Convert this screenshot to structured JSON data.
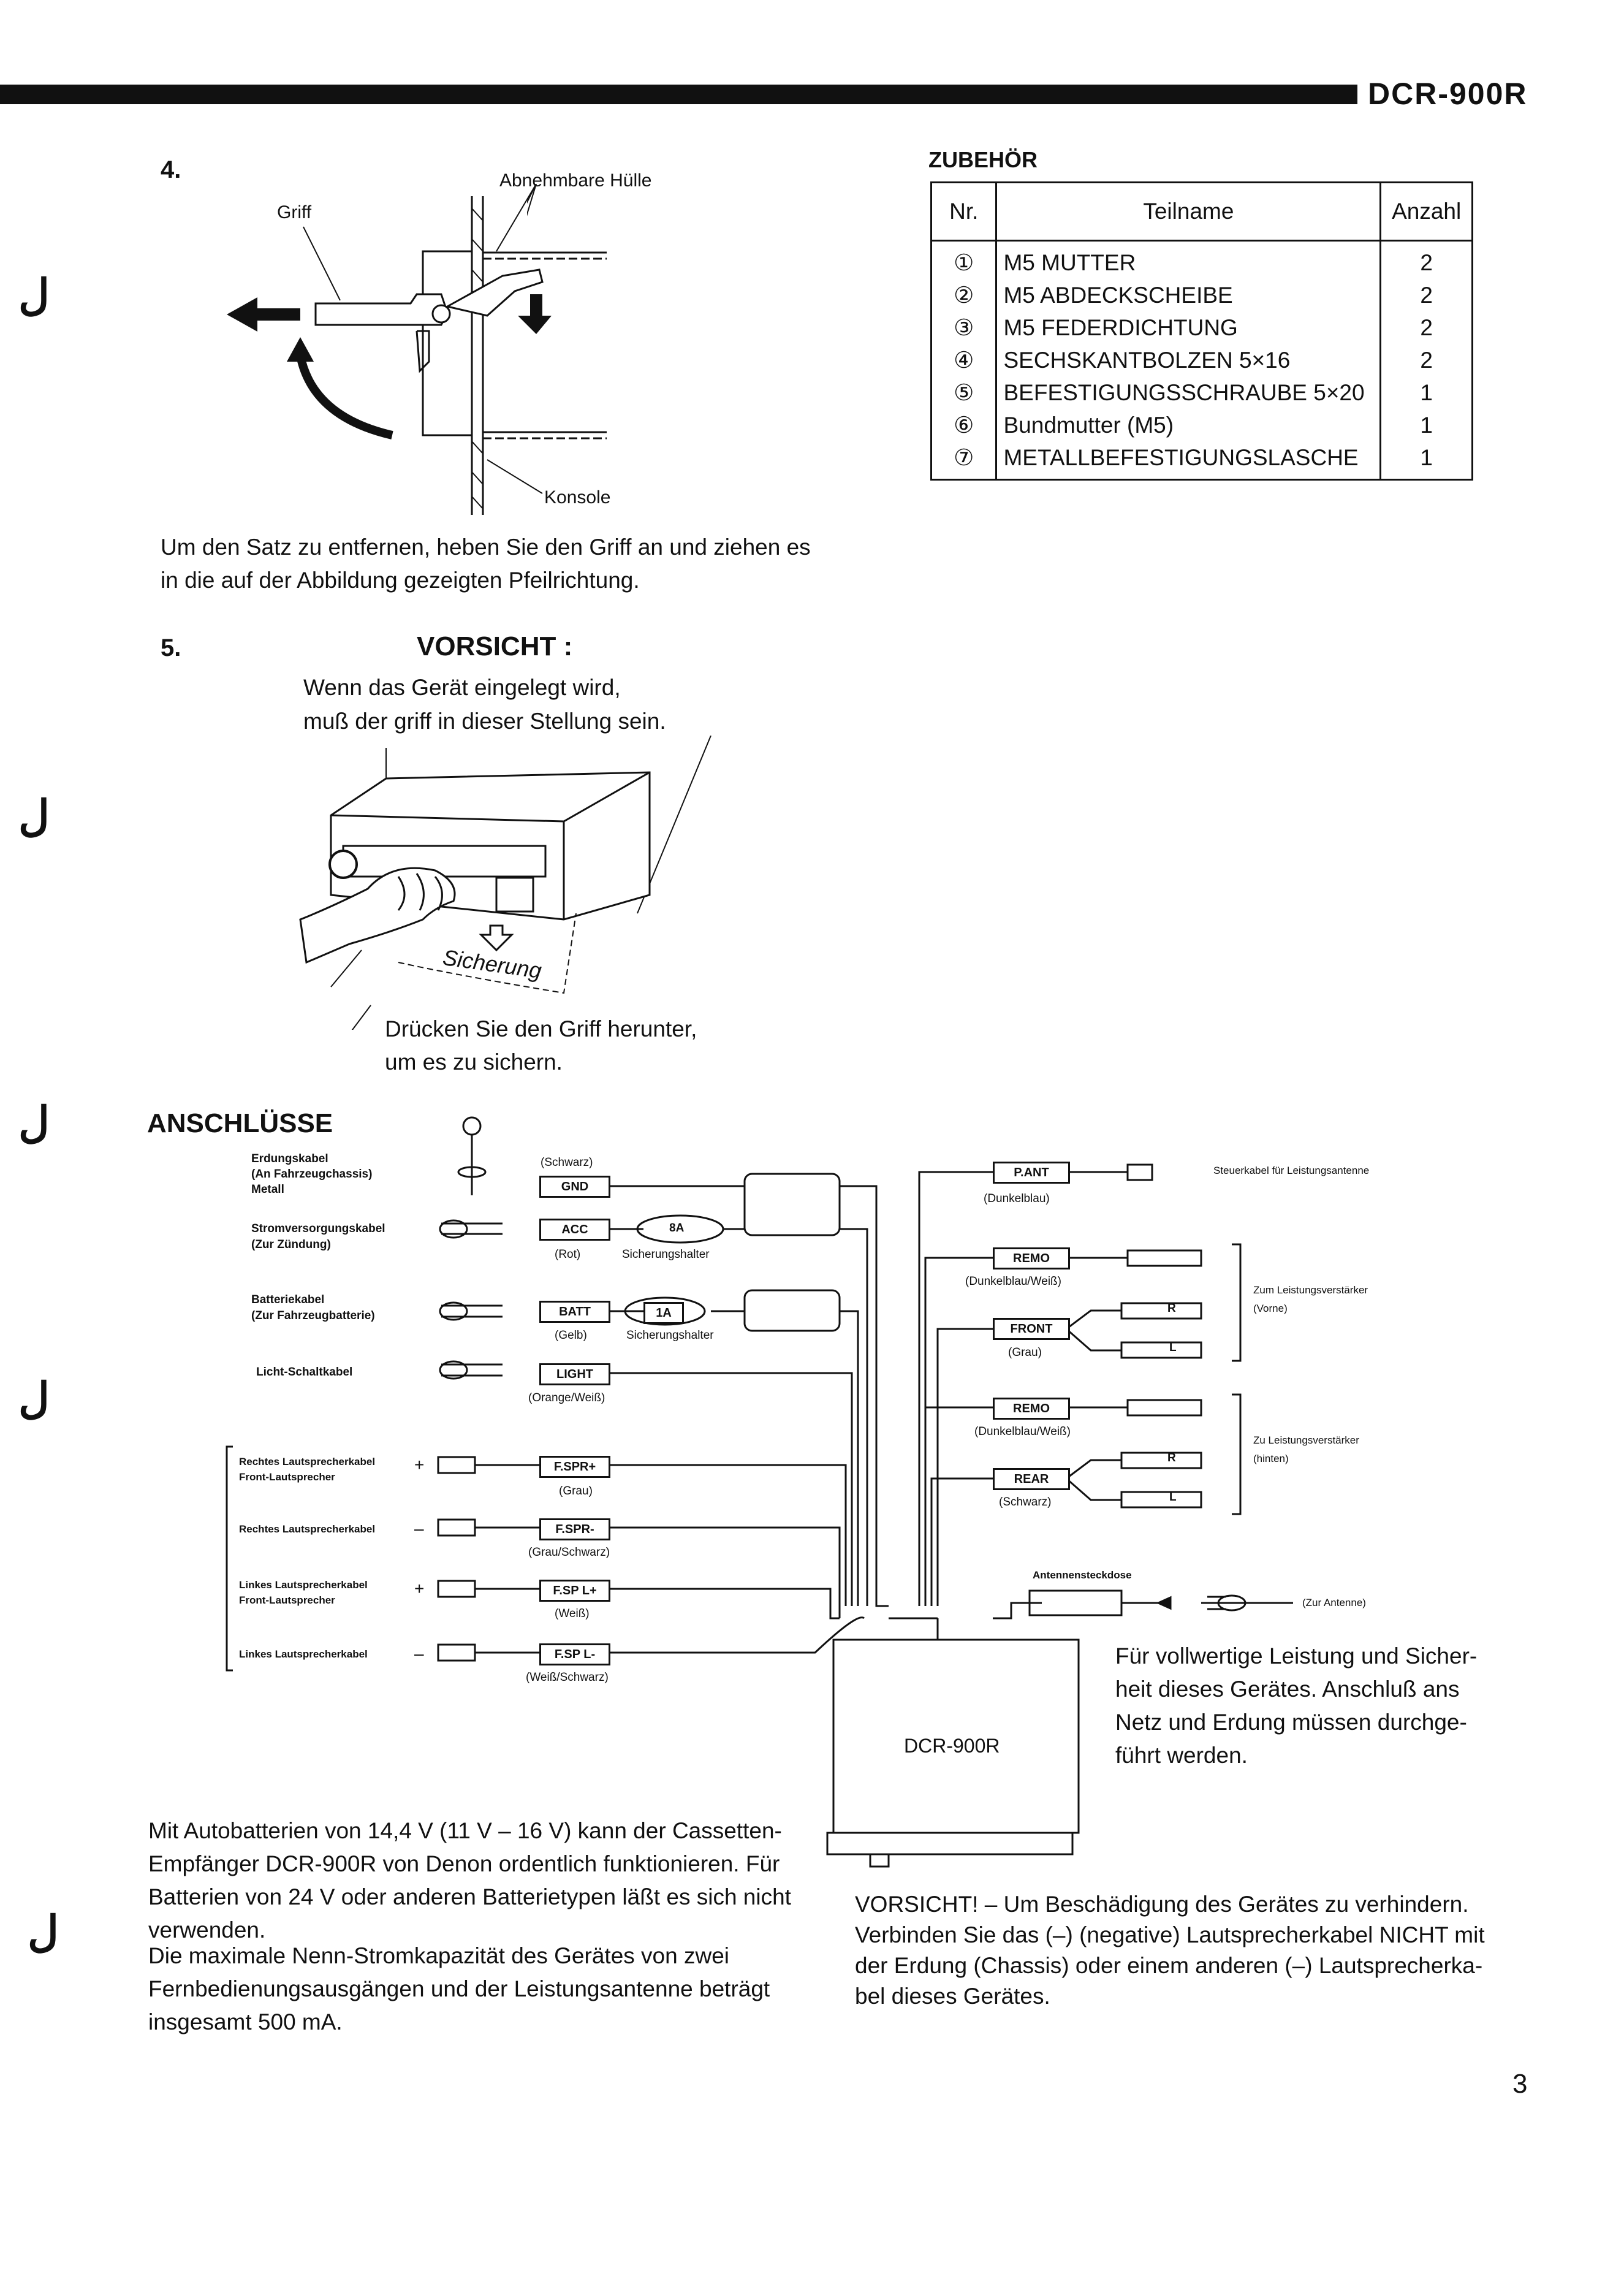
{
  "header": {
    "model": "DCR-900R"
  },
  "step4": {
    "number": "4.",
    "label_cover": "Abnehmbare Hülle",
    "label_handle": "Griff",
    "label_console": "Konsole",
    "instruction_line1": "Um den Satz zu entfernen, heben Sie den Griff an und ziehen es",
    "instruction_line2": "in die auf der Abbildung gezeigten Pfeilrichtung."
  },
  "step5": {
    "number": "5.",
    "caution_title": "VORSICHT :",
    "caution_line1": "Wenn das Gerät eingelegt wird,",
    "caution_line2": "muß der griff in dieser Stellung sein.",
    "label_lock": "Sicherung",
    "press_line1": "Drücken Sie den Griff herunter,",
    "press_line2": "um es zu sichern."
  },
  "accessories": {
    "title": "ZUBEHÖR",
    "headers": {
      "nr": "Nr.",
      "name": "Teilname",
      "qty": "Anzahl"
    },
    "rows": [
      {
        "nr": "①",
        "name": "M5 MUTTER",
        "qty": "2"
      },
      {
        "nr": "②",
        "name": "M5 ABDECKSCHEIBE",
        "qty": "2"
      },
      {
        "nr": "③",
        "name": "M5 FEDERDICHTUNG",
        "qty": "2"
      },
      {
        "nr": "④",
        "name": "SECHSKANTBOLZEN 5×16",
        "qty": "2"
      },
      {
        "nr": "⑤",
        "name": "BEFESTIGUNGSSCHRAUBE 5×20",
        "qty": "1"
      },
      {
        "nr": "⑥",
        "name": "Bundmutter (M5)",
        "qty": "1"
      },
      {
        "nr": "⑦",
        "name": "METALLBEFESTIGUNGSLASCHE",
        "qty": "1"
      }
    ]
  },
  "connections": {
    "title": "ANSCHLÜSSE",
    "ground": {
      "desc1": "Erdungskabel",
      "desc2": "(An Fahrzeugchassis)",
      "desc3": "Metall",
      "color": "(Schwarz)",
      "tag": "GND"
    },
    "acc": {
      "desc1": "Stromversorgungskabel",
      "desc2": "(Zur Zündung)",
      "tag": "ACC",
      "color": "(Rot)",
      "fuse": "8A",
      "fuse_label": "Sicherungshalter"
    },
    "batt": {
      "desc1": "Batteriekabel",
      "desc2": "(Zur Fahrzeugbatterie)",
      "tag": "BATT",
      "color": "(Gelb)",
      "fuse": "1A",
      "fuse_label": "Sicherungshalter"
    },
    "light": {
      "desc1": "Licht-Schaltkabel",
      "tag": "LIGHT",
      "color": "(Orange/Weiß)"
    },
    "fspr_pos": {
      "desc1": "Rechtes Lautsprecherkabel",
      "desc2": "Front-Lautsprecher",
      "sign": "+",
      "tag": "F.SPR+",
      "color": "(Grau)"
    },
    "fspr_neg": {
      "desc1": "Rechtes Lautsprecherkabel",
      "sign": "–",
      "tag": "F.SPR-",
      "color": "(Grau/Schwarz)"
    },
    "fspl_pos": {
      "desc1": "Linkes Lautsprecherkabel",
      "desc2": "Front-Lautsprecher",
      "sign": "+",
      "tag": "F.SP L+",
      "color": "(Weiß)"
    },
    "fspl_neg": {
      "desc1": "Linkes Lautsprecherkabel",
      "sign": "–",
      "tag": "F.SP L-",
      "color": "(Weiß/Schwarz)"
    },
    "pant": {
      "tag": "P.ANT",
      "color": "(Dunkelblau)",
      "desc": "Steuerkabel für Leistungsantenne"
    },
    "remo_front": {
      "tag": "REMO",
      "color": "(Dunkelblau/Weiß)"
    },
    "front": {
      "tag": "FRONT",
      "color": "(Grau)",
      "r": "R",
      "l": "L",
      "desc1": "Zum Leistungsverstärker",
      "desc2": "(Vorne)"
    },
    "remo_rear": {
      "tag": "REMO",
      "color": "(Dunkelblau/Weiß)"
    },
    "rear": {
      "tag": "REAR",
      "color": "(Schwarz)",
      "r": "R",
      "l": "L",
      "desc1": "Zu Leistungsverstärker",
      "desc2": "(hinten)"
    },
    "antenna": {
      "socket": "Antennensteckdose",
      "to": "(Zur Antenne)"
    },
    "unit": "DCR-900R",
    "note_line1": "Für vollwertige Leistung und Sicher-",
    "note_line2": "heit dieses Gerätes. Anschluß ans",
    "note_line3": "Netz und Erdung müssen durchge-",
    "note_line4": "führt werden."
  },
  "battery_text": {
    "line1": "Mit Autobatterien von 14,4 V (11 V – 16 V) kann der Cassetten-",
    "line2": "Empfänger DCR-900R von Denon ordentlich funktionieren. Für",
    "line3": "Batterien von 24 V oder anderen Batterietypen läßt es sich nicht",
    "line4": "verwenden.",
    "line5": "Die maximale Nenn-Stromkapazität des Gerätes von zwei",
    "line6": "Fernbedienungsausgängen und der Leistungsantenne beträgt",
    "line7": "insgesamt 500 mA."
  },
  "caution_text": {
    "line1": "VORSICHT! – Um Beschädigung des Gerätes zu verhindern.",
    "line2": "Verbinden Sie das (–) (negative) Lautsprecherkabel NICHT mit",
    "line3": "der Erdung (Chassis) oder einem anderen (–) Lautsprecherka-",
    "line4": "bel dieses Gerätes."
  },
  "footer": {
    "page_number": "3"
  }
}
